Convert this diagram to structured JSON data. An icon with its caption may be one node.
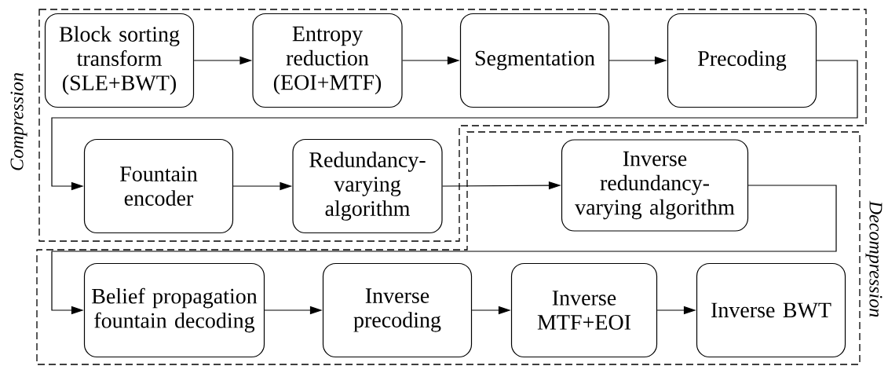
{
  "diagram": {
    "nodes": [
      {
        "text": [
          "Block sorting transform (SLE+BWT)"
        ]
      },
      {
        "text": [
          "Entropy reduction (EOI+MTF)"
        ]
      },
      {
        "text": [
          "Segmentation"
        ]
      },
      {
        "text": [
          "Precoding"
        ]
      },
      {
        "text": [
          "Fountain encoder"
        ]
      },
      {
        "text": [
          "Redundancy-varying algorithm"
        ]
      },
      {
        "text": [
          "Inverse redundancy-varying algorithm"
        ]
      },
      {
        "text": [
          "Belief propagation fountain decoding"
        ]
      },
      {
        "text": [
          "Inverse precoding"
        ]
      },
      {
        "text": [
          "Inverse MTF+EOI"
        ]
      },
      {
        "text": [
          "Inverse BWT"
        ]
      }
    ],
    "edges": [
      {
        "from": 0,
        "to": 1,
        "arrow": "to"
      },
      {
        "from": 1,
        "to": 2,
        "arrow": "to"
      },
      {
        "from": 2,
        "to": 3,
        "arrow": "to"
      },
      {
        "from": 3,
        "to": 4,
        "arrow": "to"
      },
      {
        "from": 4,
        "to": 5,
        "arrow": "to"
      },
      {
        "from": 5,
        "to": 6,
        "arrow": "to"
      },
      {
        "from": 6,
        "to": 7,
        "arrow": "to"
      },
      {
        "from": 7,
        "to": 8,
        "arrow": "to"
      },
      {
        "from": 8,
        "to": 9,
        "arrow": "to"
      },
      {
        "from": 9,
        "to": 10,
        "arrow": "to"
      }
    ],
    "labels": [
      "Compression",
      "Decompression"
    ]
  }
}
